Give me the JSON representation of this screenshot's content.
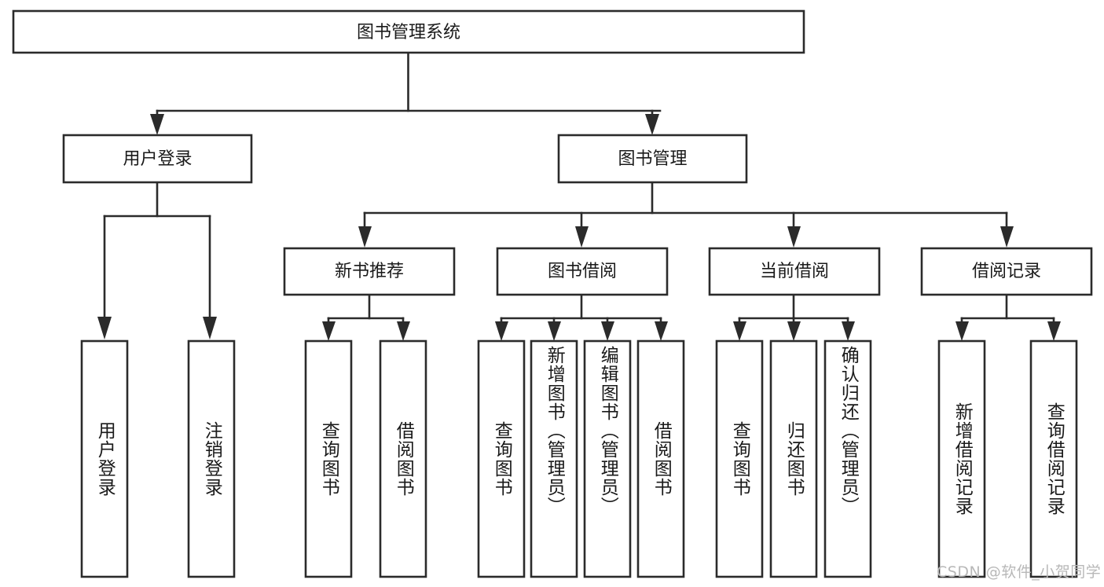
{
  "diagram": {
    "type": "tree",
    "title": "图书管理系统",
    "root": {
      "id": "root",
      "label": "图书管理系统",
      "orientation": "horizontal"
    },
    "level2": [
      {
        "id": "user-login",
        "label": "用户登录",
        "orientation": "horizontal"
      },
      {
        "id": "book-manage",
        "label": "图书管理",
        "orientation": "horizontal"
      }
    ],
    "level3": [
      {
        "id": "new-book-rec",
        "label": "新书推荐",
        "orientation": "horizontal",
        "parent": "book-manage"
      },
      {
        "id": "book-borrow",
        "label": "图书借阅",
        "orientation": "horizontal",
        "parent": "book-manage"
      },
      {
        "id": "current-borrow",
        "label": "当前借阅",
        "orientation": "horizontal",
        "parent": "book-manage"
      },
      {
        "id": "borrow-record",
        "label": "借阅记录",
        "orientation": "horizontal",
        "parent": "book-manage"
      }
    ],
    "leaves": [
      {
        "id": "leaf-user-login",
        "label": "用户登录",
        "orientation": "vertical",
        "parent": "user-login"
      },
      {
        "id": "leaf-logout",
        "label": "注销登录",
        "orientation": "vertical",
        "parent": "user-login"
      },
      {
        "id": "leaf-query-book-1",
        "label": "查询图书",
        "orientation": "vertical",
        "parent": "new-book-rec"
      },
      {
        "id": "leaf-borrow-book-1",
        "label": "借阅图书",
        "orientation": "vertical",
        "parent": "new-book-rec"
      },
      {
        "id": "leaf-query-book-2",
        "label": "查询图书",
        "orientation": "vertical",
        "parent": "book-borrow"
      },
      {
        "id": "leaf-add-book",
        "label": "新增图书（管理员）",
        "orientation": "vertical",
        "parent": "book-borrow"
      },
      {
        "id": "leaf-edit-book",
        "label": "编辑图书（管理员）",
        "orientation": "vertical",
        "parent": "book-borrow"
      },
      {
        "id": "leaf-borrow-book-2",
        "label": "借阅图书",
        "orientation": "vertical",
        "parent": "book-borrow"
      },
      {
        "id": "leaf-query-book-3",
        "label": "查询图书",
        "orientation": "vertical",
        "parent": "current-borrow"
      },
      {
        "id": "leaf-return-book",
        "label": "归还图书",
        "orientation": "vertical",
        "parent": "current-borrow"
      },
      {
        "id": "leaf-confirm-return",
        "label": "确认归还（管理员）",
        "orientation": "vertical",
        "parent": "current-borrow"
      },
      {
        "id": "leaf-add-record",
        "label": "新增借阅记录",
        "orientation": "vertical",
        "parent": "borrow-record"
      },
      {
        "id": "leaf-query-record",
        "label": "查询借阅记录",
        "orientation": "vertical",
        "parent": "borrow-record"
      }
    ],
    "colors": {
      "stroke": "#2b2b2b",
      "fill": "#ffffff",
      "text": "#1a1a1a",
      "watermark": "#b8b8b8"
    }
  },
  "watermark": {
    "text": "CSDN @软件_小贺同学"
  }
}
